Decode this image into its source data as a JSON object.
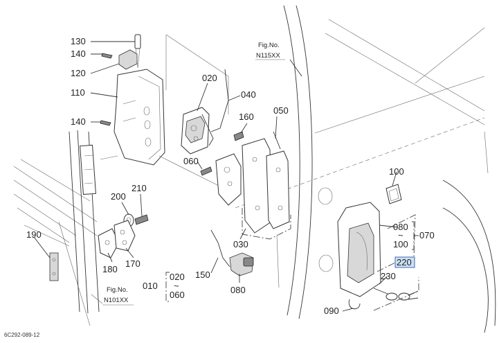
{
  "labels": {
    "p130": "130",
    "p140a": "140",
    "p120": "120",
    "p110": "110",
    "p140b": "140",
    "p020": "020",
    "p040": "040",
    "p160": "160",
    "p050": "050",
    "p060": "060",
    "p200": "200",
    "p210": "210",
    "p190": "190",
    "p180": "180",
    "p170": "170",
    "p030": "030",
    "p150": "150",
    "p080a": "080",
    "p010": "010",
    "p010_from": "020",
    "p010_tilde": "~",
    "p010_to": "060",
    "p100a": "100",
    "p080b": "080",
    "p070_tilde": "~",
    "p100b": "100",
    "p070": "070",
    "p220": "220",
    "p230": "230",
    "p090": "090"
  },
  "references": {
    "fig_top_title": "Fig.No.",
    "fig_top_num": "N115XX",
    "fig_bottom_title": "Fig.No.",
    "fig_bottom_num": "N101XX"
  },
  "diagram_code": "6C292-089-12",
  "highlight_color": "#3a6db0"
}
